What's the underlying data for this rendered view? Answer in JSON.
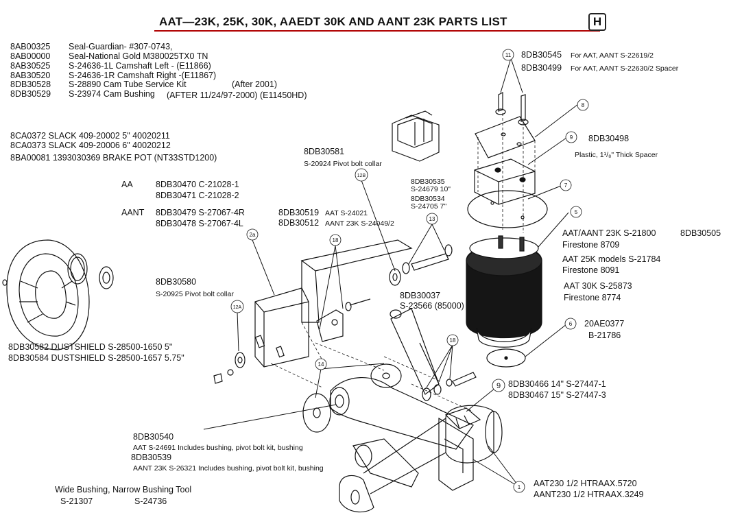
{
  "header": {
    "title": "AAT—23K, 25K, 30K, AAEDT 30K AND AANT 23K PARTS LIST",
    "logo": "H"
  },
  "parts_top": [
    {
      "pn": "8AB00325",
      "desc": "Seal-Guardian- #307-0743,"
    },
    {
      "pn": "8AB00000",
      "desc": "Seal-National Gold M380025TX0 TN"
    },
    {
      "pn": "8AB30525",
      "desc": "S-24636-1L  Camshaft Left - (E11866)"
    },
    {
      "pn": "8AB30520",
      "desc": "S-24636-1R Camshaft Right -(E11867)"
    },
    {
      "pn": "8DB30528",
      "desc": "S-28890  Cam Tube Service Kit",
      "note": "(After 2001)"
    },
    {
      "pn": "8DB30529",
      "desc": "S-23974  Cam Bushing",
      "note": "(AFTER 11/24/97-2000) (E11450HD)"
    }
  ],
  "slack": {
    "line1": "8CA0372  SLACK  409-20002  5\"    40020211",
    "line2": "8CA0373  SLACK  409-20006  6\"    40020212",
    "line3": "8BA00081    1393030369 BRAKE POT (NT33STD1200)"
  },
  "aa": {
    "label": "AA",
    "line1": "8DB30470   C-21028-1",
    "line2": "8DB30471   C-21028-2"
  },
  "aant": {
    "label": "AANT",
    "line1": "8DB30479   S-27067-4R",
    "line2": "8DB30478   S-27067-4L"
  },
  "pivot_581": {
    "pn": "8DB30581",
    "desc": "S-20924  Pivot bolt collar"
  },
  "pivot_580": {
    "pn": "8DB30580",
    "desc": "S-20925  Pivot bolt collar"
  },
  "bolts_535": {
    "line1": "8DB30535",
    "line2": "S-24679  10\"",
    "line3": "8DB30534",
    "line4": "S-24705  7\""
  },
  "pn_519": {
    "pn": "8DB30519",
    "desc": "AAT S-24021"
  },
  "pn_512": {
    "pn": "8DB30512",
    "desc": "AANT 23K S-24049/2"
  },
  "shock": {
    "pn": "8DB30037",
    "desc": "S-23566 (85000)"
  },
  "dustshield": {
    "line1": "8DB30582 DUSTSHIELD S-28500-1650 5\"",
    "line2": "8DB30584  DUSTSHIELD S-28500-1657 5.75\""
  },
  "pn_545": {
    "pn": "8DB30545",
    "desc": "For AAT, AANT  S-22619/2"
  },
  "pn_499": {
    "pn": "8DB30499",
    "desc": "For AAT, AANT  S-22630/2 Spacer"
  },
  "pn_498": {
    "pn": "8DB30498",
    "desc": "Plastic, 1¹/₈\" Thick Spacer"
  },
  "airspring": {
    "row1_a": "AAT/AANT 23K S-21800",
    "row1_b": "8DB30505",
    "row2": "Firestone   8709",
    "row3": "AAT 25K models   S-21784",
    "row4": "Firestone    8091",
    "row5": "AAT 30K     S-25873",
    "row6": "Firestone    8774"
  },
  "pn_20ae": {
    "pn": "20AE0377",
    "desc": "B-21786"
  },
  "pn_466": {
    "line1": "8DB30466  14\"  S-27447-1",
    "line2": "8DB30467  15\"  S-27447-3"
  },
  "pn_540": {
    "pn": "8DB30540",
    "desc": "AAT    S-24691 Includes bushing, pivot bolt kit, bushing",
    "pn2": "8DB30539",
    "desc2": "AANT 23K   S-26321 Includes bushing, pivot bolt kit, bushing"
  },
  "bushing_tool": {
    "line1": "Wide Bushing,      Narrow Bushing Tool",
    "wide": "S-21307",
    "narrow": "S-24736"
  },
  "axle": {
    "line1": "AAT230 1/2 HTRAAX.5720",
    "line2": "AANT230 1/2 HTRAAX.3249"
  },
  "callouts": [
    "11",
    "8",
    "9",
    "7",
    "5",
    "6",
    "12B",
    "13",
    "18",
    "2a",
    "12A",
    "14",
    "18",
    "9",
    "1"
  ],
  "colors": {
    "accent_line": "#b00000"
  }
}
